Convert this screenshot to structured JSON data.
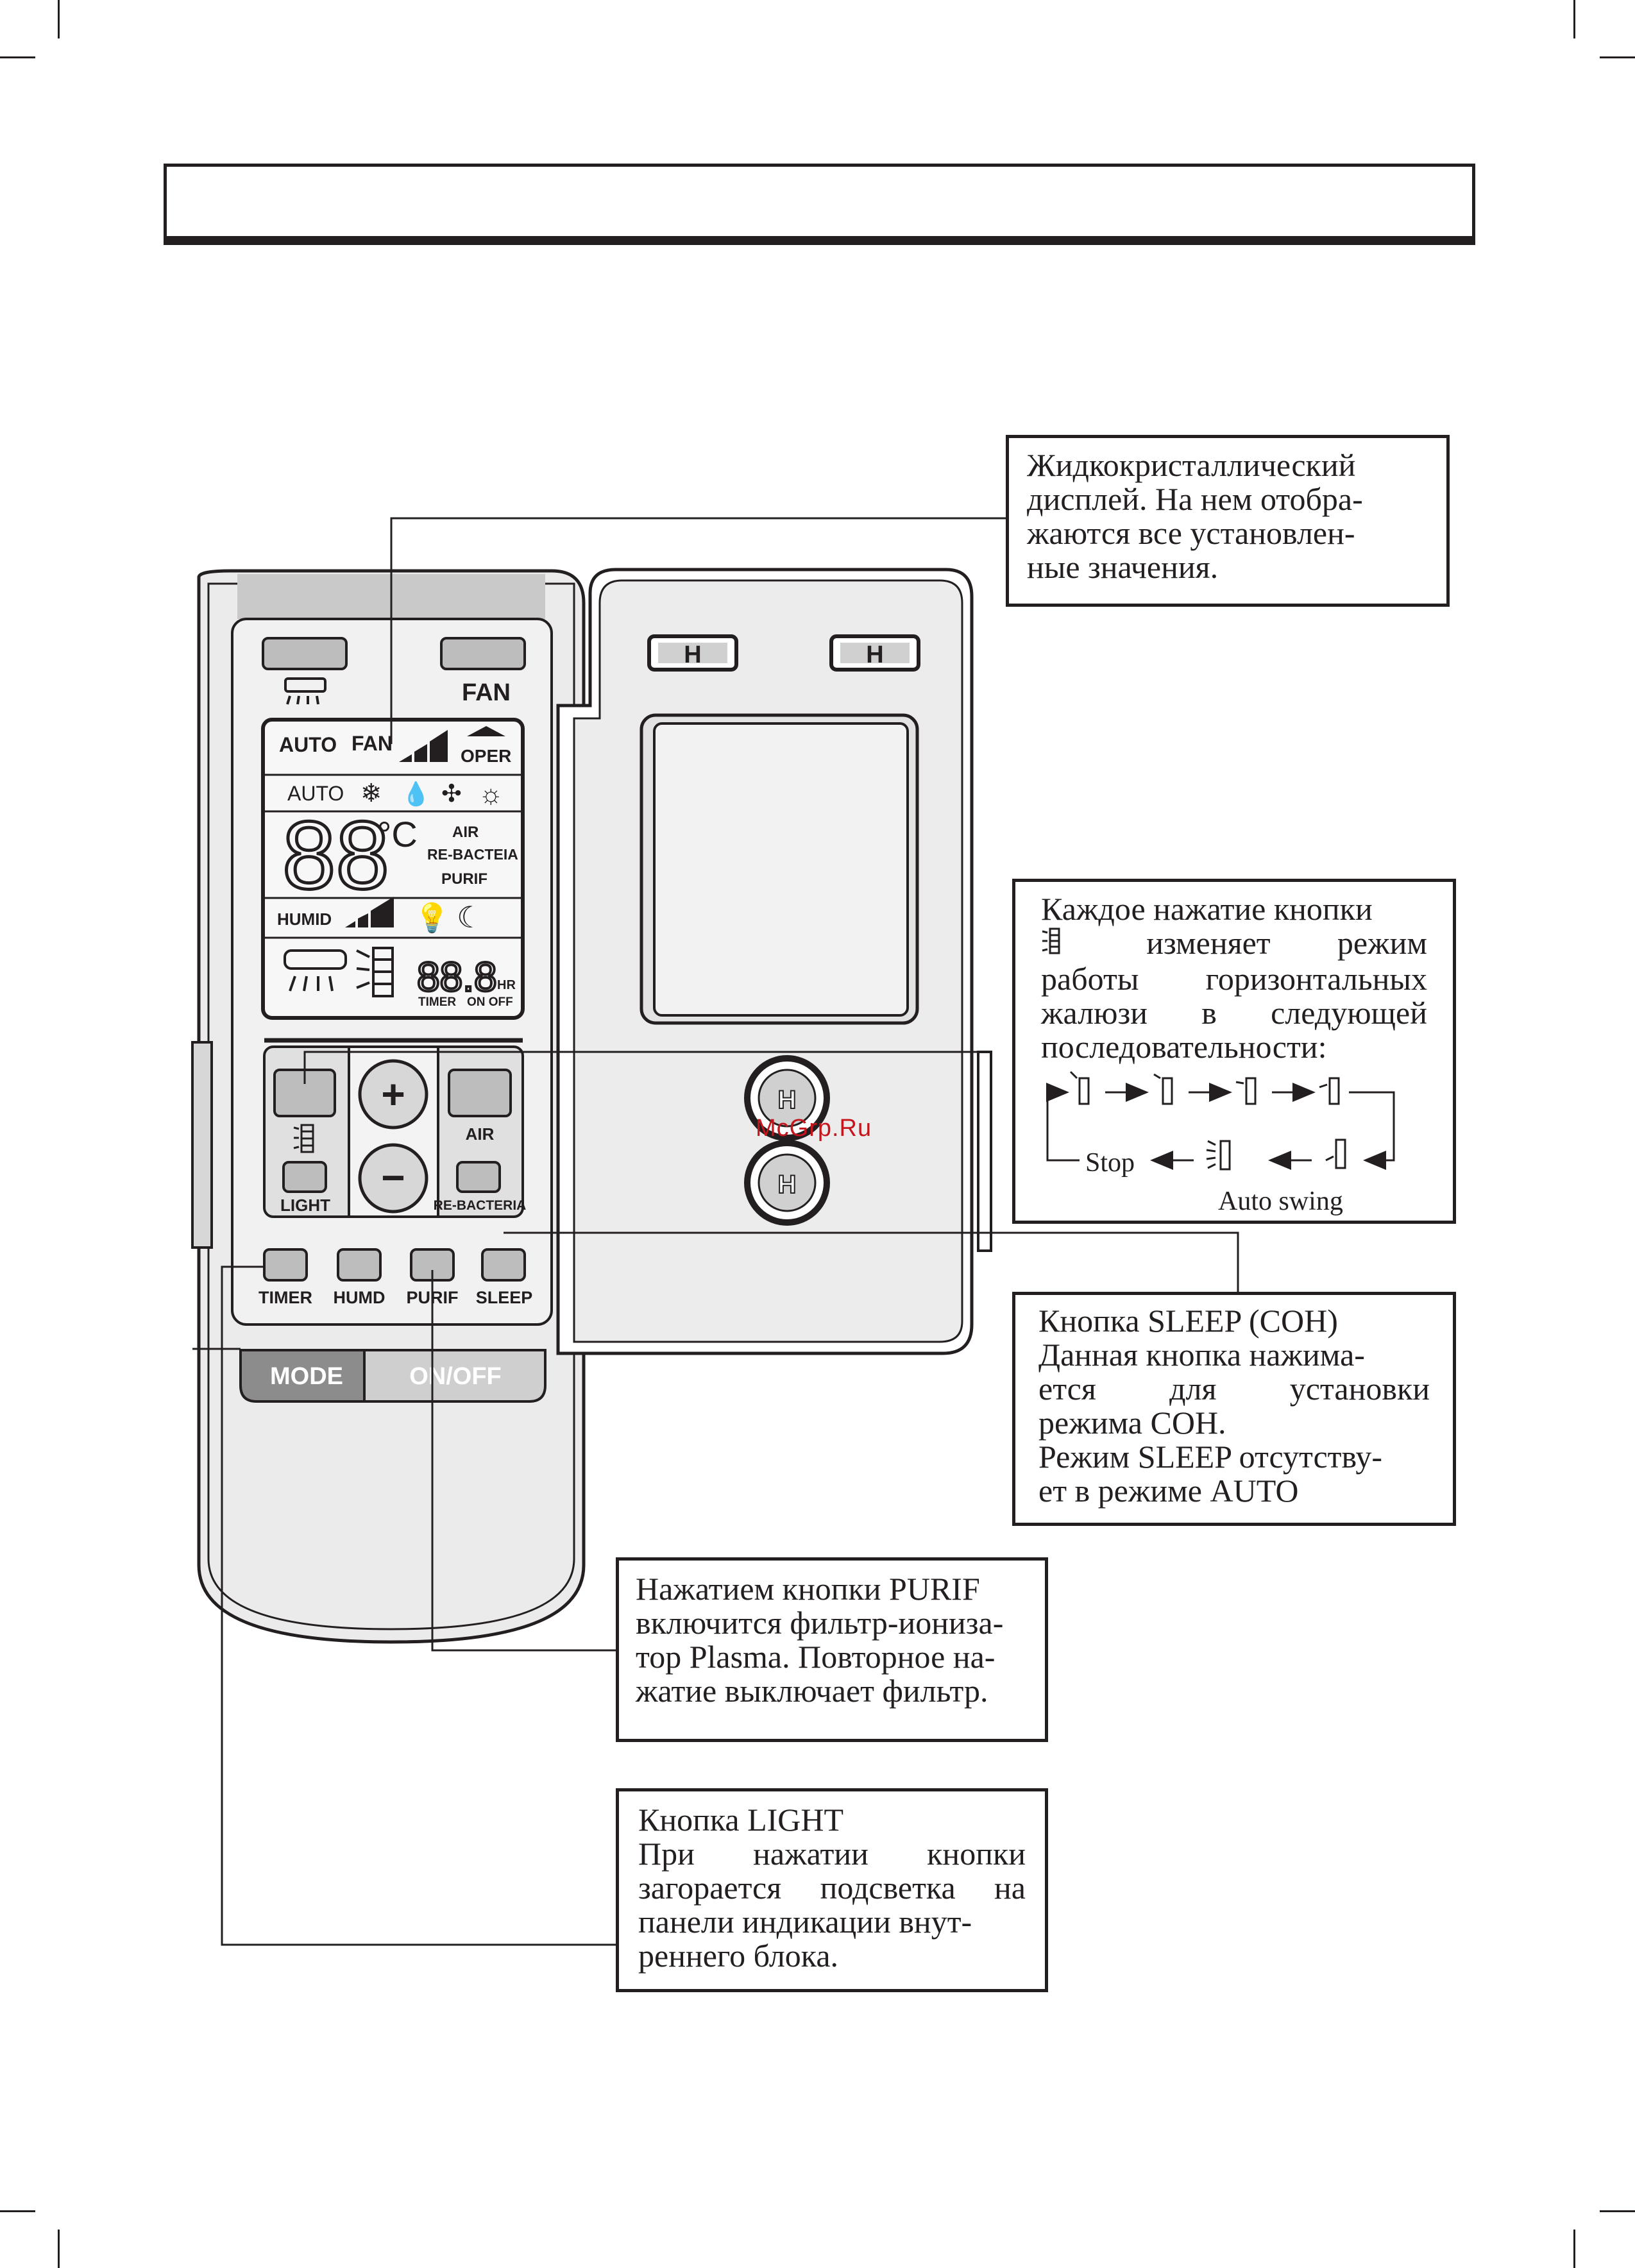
{
  "header": {
    "title": ""
  },
  "watermark": "McGrp.Ru",
  "remote": {
    "buttons": {
      "fan": "FAN",
      "mode": "MODE",
      "on_off": "ON/OFF",
      "air": "AIR",
      "light": "LIGHT",
      "re_bacteria": "RE-BACTERIA",
      "plus": "+",
      "minus": "−",
      "timer": "TIMER",
      "humd": "HUMD",
      "purif": "PURIF",
      "sleep": "SLEEP"
    },
    "lcd": {
      "auto": "AUTO",
      "fan": "FAN",
      "oper": "OPER",
      "mode_auto": "AUTO",
      "temp_digits": "88",
      "temp_unit": "°C",
      "air": "AIR",
      "re_bacteia": "RE-BACTEIA",
      "purif": "PURIF",
      "humid": "HUMID",
      "timer_digits": "88.8",
      "hr": "HR",
      "timer": "TIMER",
      "on_off": "ON OFF"
    },
    "cover": {
      "badge": "H"
    }
  },
  "callouts": {
    "lcd": {
      "lines": [
        "Жидкокристаллический",
        "дисплей. На нем отобра-",
        "жаются все установлен-",
        "ные значения."
      ]
    },
    "swing": {
      "line1": "Каждое нажатие кнопки",
      "line2_words": [
        "изменяет",
        "режим"
      ],
      "line3_words": [
        "работы",
        "горизонтальных"
      ],
      "line4_words": [
        "жалюзи",
        "в",
        "следующей"
      ],
      "line5": "последовательности:",
      "stop": "Stop",
      "auto_swing": "Auto swing"
    },
    "sleep": {
      "line1": "Кнопка SLEEP (СОН)",
      "line2": "Данная кнопка нажима-",
      "line3_words": [
        "ется",
        "для",
        "установки"
      ],
      "line4": "режима СОН.",
      "line5": "Режим SLEEP отсутству-",
      "line6": "ет в режиме AUTO"
    },
    "purif": {
      "lines": [
        "Нажатием кнопки PURIF",
        "включится фильтр-иониза-",
        "тор Plasma. Повторное на-",
        "жатие выключает фильтр."
      ]
    },
    "light": {
      "line1": "Кнопка LIGHT",
      "line2_words": [
        "При",
        "нажатии",
        "кнопки"
      ],
      "line3_words": [
        "загорается",
        "подсветка",
        "на"
      ],
      "line4": "панели индикации внут-",
      "line5": "реннего блока."
    }
  }
}
